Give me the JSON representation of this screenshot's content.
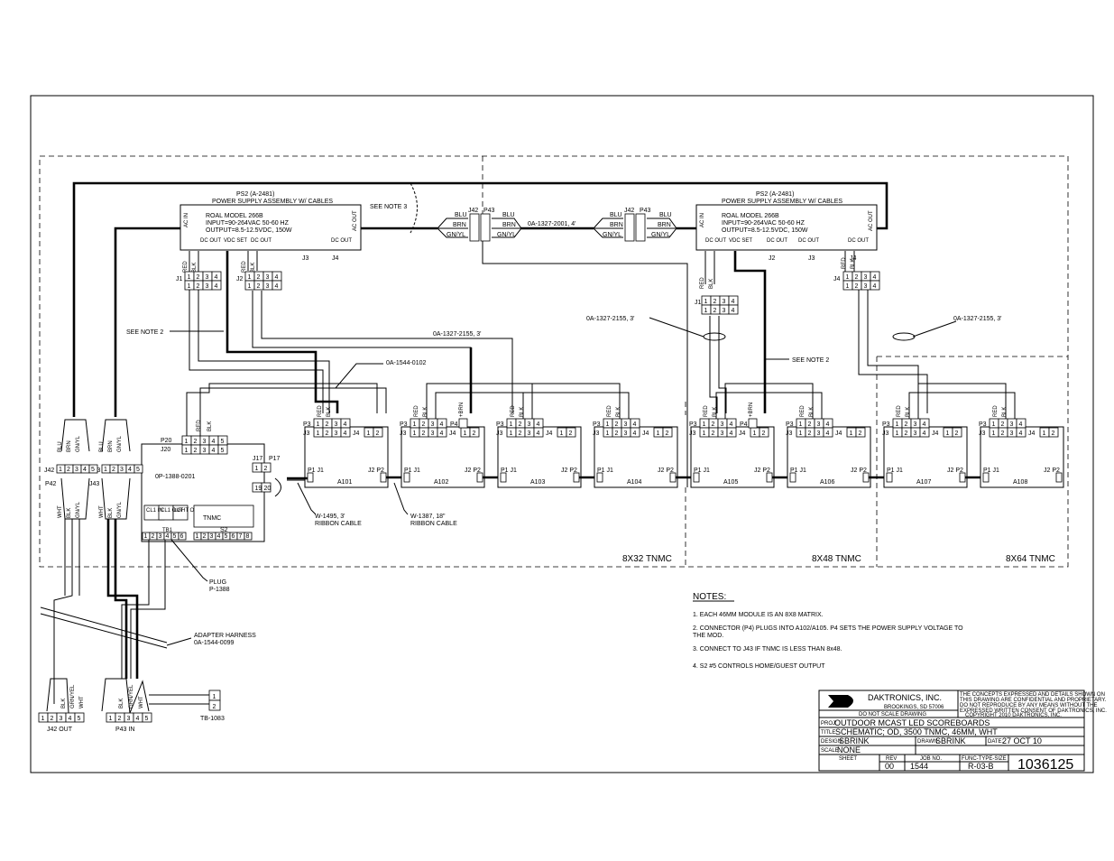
{
  "power_supplies": [
    {
      "ref": "PS2 (A-2481)",
      "title": "POWER SUPPLY ASSEMBLY W/ CABLES",
      "model": "ROAL MODEL 266B",
      "input": "INPUT=90-264VAC 50-60 HZ",
      "output": "OUTPUT=8.5-12.5VDC, 150W",
      "acin": "AC IN",
      "acout": "AC OUT",
      "dcout": "DC OUT",
      "vdcset": "VDC SET",
      "j3": "J3",
      "j4": "J4",
      "j2": "J2"
    },
    {
      "ref": "PS2 (A-2481)",
      "title": "POWER SUPPLY ASSEMBLY W/ CABLES",
      "model": "ROAL MODEL 266B",
      "input": "INPUT=90-264VAC 50-60 HZ",
      "output": "OUTPUT=8.5-12.5VDC, 150W",
      "acin": "AC IN",
      "acout": "AC OUT",
      "dcout": "DC OUT",
      "vdcset": "VDC SET",
      "j3": "J3",
      "j4": "J4",
      "j2": "J2"
    }
  ],
  "labels": {
    "see_note_3": "SEE NOTE 3",
    "see_note_2": "SEE NOTE 2",
    "cable_2001": "0A-1327-2001, 4'",
    "cable_2155": "0A-1327-2155, 3'",
    "cable_0102": "0A-1544-0102",
    "j42": "J42",
    "p43": "P43",
    "j43": "J43",
    "p42": "P42",
    "blu": "BLU",
    "brn": "BRN",
    "gnyl": "GN/YL",
    "wht": "WHT",
    "red": "RED",
    "blk": "BLK",
    "sbrn": "+BRN",
    "sblk": "+BLK",
    "grnyel": "GRN/YEL",
    "j1": "J1",
    "j2": "J2",
    "j3": "J3",
    "j4": "J4",
    "p3": "P3",
    "p4": "P4",
    "p20": "P20",
    "j20": "J20",
    "p17": "P17",
    "j17": "J17",
    "p1": "P1",
    "p2": "P2",
    "controller": "0P-1388-0201",
    "tnmc": "TNMC",
    "s2": "S2",
    "tb1": "TB1",
    "ctrl_cells": [
      "CL1 IN",
      "CL1 OUT",
      "LGHT OUT"
    ],
    "w1495": "W-1495, 3'",
    "w1387": "W-1387, 18\"",
    "ribbon": "RIBBON CABLE",
    "plug": "PLUG",
    "p1388": "P-1388",
    "adapter": "ADAPTER HARNESS",
    "adapter_pn": "0A-1544-0099",
    "j42out": "J42 OUT",
    "p43in": "P43 IN",
    "tb1083": "TB-1083",
    "pins4": [
      "1",
      "2",
      "3",
      "4"
    ],
    "pins5": [
      "1",
      "2",
      "3",
      "4",
      "5"
    ],
    "pins8": [
      "1",
      "2",
      "3",
      "4",
      "5",
      "6",
      "7",
      "8"
    ],
    "pins_r2": [
      "1",
      "2"
    ],
    "p17pins": [
      "1",
      "2",
      "19",
      "20"
    ],
    "j17pins": [
      "1",
      "2",
      "19",
      "20"
    ],
    "zone_8x32": "8X32 TNMC",
    "zone_8x48": "8X48 TNMC",
    "zone_8x64": "8X64 TNMC"
  },
  "modules": [
    "A101",
    "A102",
    "A103",
    "A104",
    "A105",
    "A106",
    "A107",
    "A108"
  ],
  "notes": {
    "heading": "NOTES:",
    "items": [
      "1.  EACH 46MM MODULE IS AN 8X8 MATRIX.",
      "2.  CONNECTOR (P4) PLUGS INTO A102/A105. P4 SETS THE POWER SUPPLY VOLTAGE TO",
      "     THE MOD.",
      "3.  CONNECT TO J43 IF TNMC IS LESS THAN 8x48.",
      "4.  S2 #5 CONTROLS HOME/GUEST OUTPUT"
    ]
  },
  "title_block": {
    "company": "DAKTRONICS, INC.",
    "city": "BROOKINGS, SD  57006",
    "do_not_scale": "DO NOT SCALE DRAWING",
    "confidential": [
      "THE CONCEPTS EXPRESSED AND DETAILS SHOWN ON",
      "THIS DRAWING ARE CONFIDENTIAL AND PROPRIETARY.",
      "DO NOT REPRODUCE BY ANY MEANS WITHOUT THE",
      "EXPRESSED WRITTEN CONSENT OF DAKTRONICS, INC.",
      "COPYRIGHT 2010 DAKTRONICS, INC."
    ],
    "proj_label": "PROJ:",
    "proj": "OUTDOOR MCAST LED SCOREBOARDS",
    "title_label": "TITLE:",
    "title": "SCHEMATIC; OD, 3500 TNMC, 46MM, WHT",
    "design_label": "DESIGN:",
    "design": "SBRINK",
    "drawn_label": "DRAWN:",
    "drawn": "SBRINK",
    "date_label": "DATE:",
    "date": "27 OCT 10",
    "scale_label": "SCALE:",
    "scale": "NONE",
    "sheet_label": "SHEET",
    "rev_label": "REV",
    "job_label": "JOB NO.",
    "func_label": "FUNC-TYPE-SIZE",
    "rev": "00",
    "job": "1544",
    "func": "R-03-B",
    "number": "1036125"
  }
}
